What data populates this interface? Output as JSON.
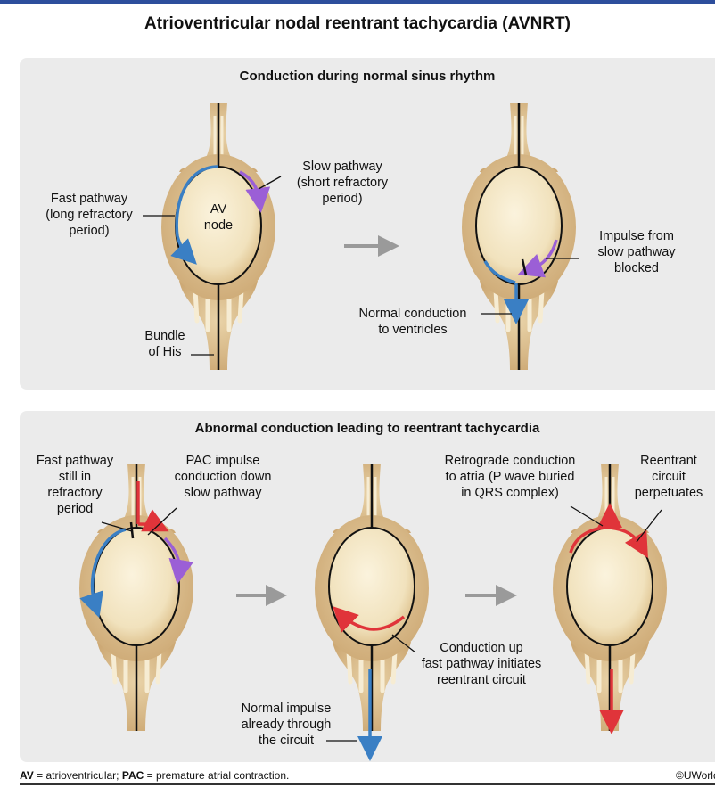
{
  "title": "Atrioventricular nodal reentrant tachycardia (AVNRT)",
  "panel1": {
    "title": "Conduction during normal sinus rhythm",
    "fast_pathway": [
      "Fast pathway",
      "(long refractory",
      "period)"
    ],
    "av_node": [
      "AV",
      "node"
    ],
    "slow_pathway": [
      "Slow pathway",
      "(short refractory",
      "period)"
    ],
    "bundle_of_his": [
      "Bundle",
      "of His"
    ],
    "impulse_blocked": [
      "Impulse from",
      "slow pathway",
      "blocked"
    ],
    "normal_conduction": [
      "Normal conduction",
      "to ventricles"
    ]
  },
  "panel2": {
    "title": "Abnormal conduction leading to reentrant tachycardia",
    "fast_refractory": [
      "Fast pathway",
      "still in",
      "refractory",
      "period"
    ],
    "pac_impulse": [
      "PAC impulse",
      "conduction down",
      "slow pathway"
    ],
    "retrograde": [
      "Retrograde conduction",
      "to atria (P wave buried",
      "in QRS complex)"
    ],
    "reentrant_perpetuates": [
      "Reentrant",
      "circuit",
      "perpetuates"
    ],
    "conduction_up": [
      "Conduction up",
      "fast pathway initiates",
      "reentrant circuit"
    ],
    "normal_impulse": [
      "Normal impulse",
      "already through",
      "the circuit"
    ]
  },
  "footer": {
    "av_abbr": "AV",
    "av_text": " = atrioventricular; ",
    "pac_abbr": "PAC",
    "pac_text": " = premature atrial contraction.",
    "copyright": "©UWorld"
  },
  "colors": {
    "fast_pathway": "#3a7fc4",
    "slow_pathway": "#9b5fd6",
    "reentrant": "#e0343a",
    "node_fill": "#f3e6c4",
    "node_outer": "#d6b886",
    "panel_bg": "#ebebeb",
    "arrow_gray": "#9a9a9a"
  }
}
